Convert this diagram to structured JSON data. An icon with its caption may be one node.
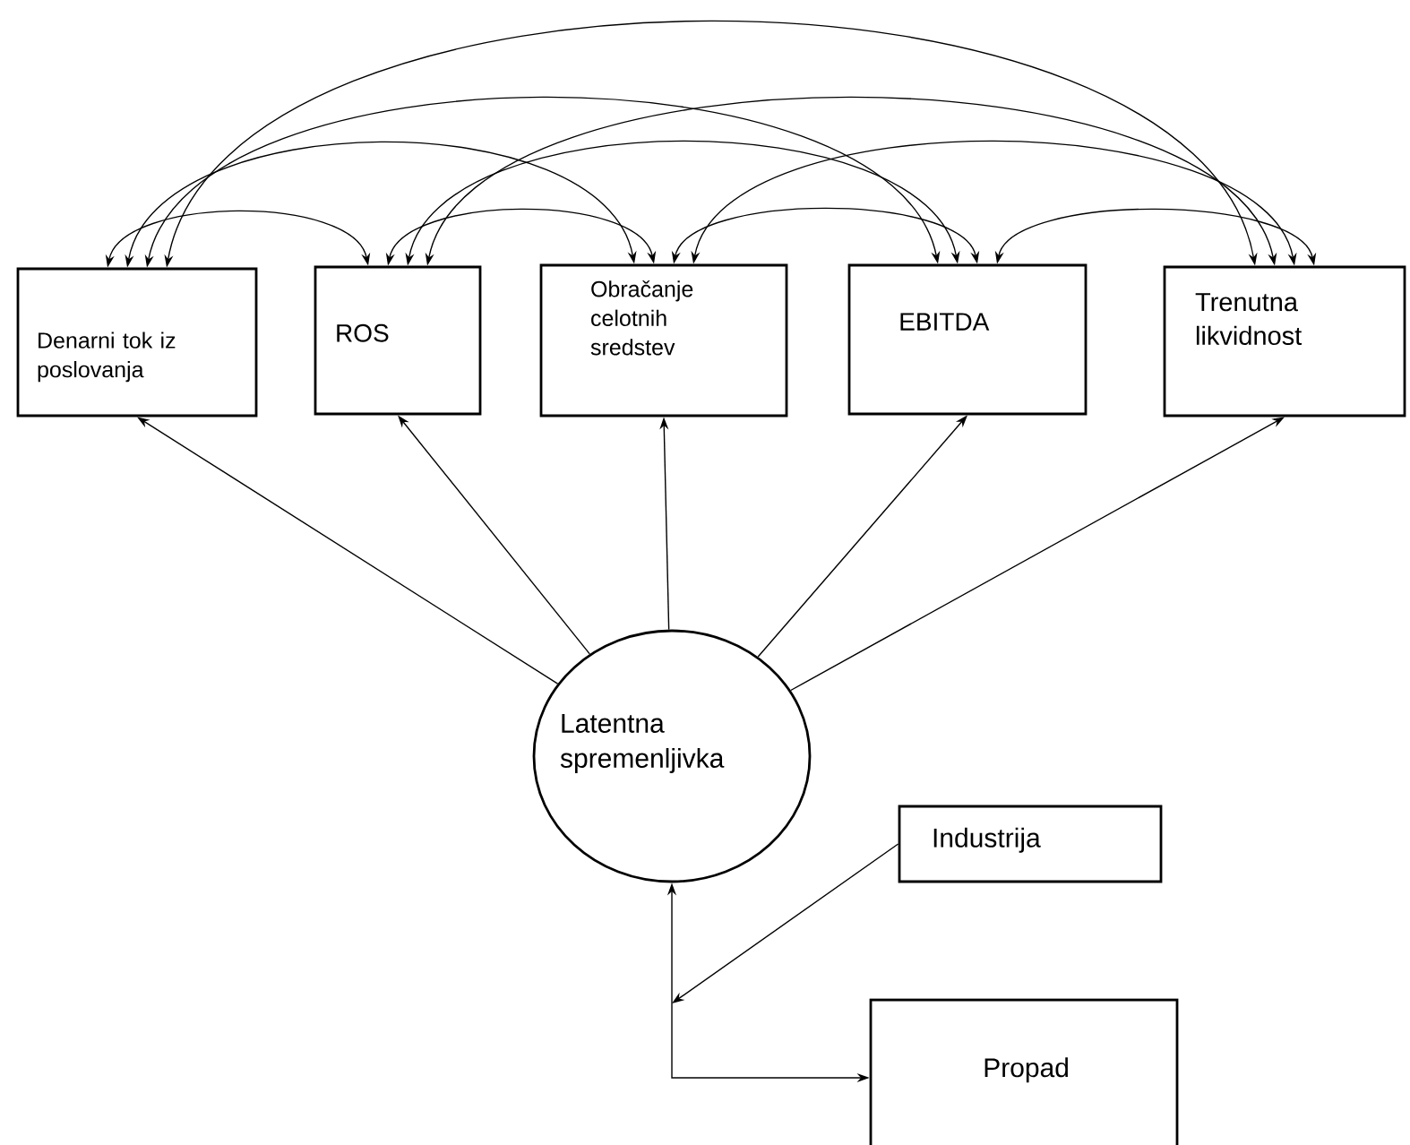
{
  "diagram": {
    "nodes": [
      {
        "text": [
          "Denarni tok iz poslovanja"
        ]
      },
      {
        "text": [
          "ROS"
        ]
      },
      {
        "text": [
          "Obračanje celotnih sredstev"
        ]
      },
      {
        "text": [
          "EBITDA"
        ]
      },
      {
        "text": [
          "Trenutna likvidnost"
        ]
      },
      {
        "text": [
          "Latentna spremenljivka"
        ]
      },
      {
        "text": [
          "Industrija"
        ]
      },
      {
        "text": [
          "Propad"
        ]
      }
    ],
    "edges": [
      {
        "from": 0,
        "to": 1,
        "arrow": "both"
      },
      {
        "from": 0,
        "to": 2,
        "arrow": "both"
      },
      {
        "from": 0,
        "to": 3,
        "arrow": "both"
      },
      {
        "from": 0,
        "to": 4,
        "arrow": "both"
      },
      {
        "from": 1,
        "to": 2,
        "arrow": "both"
      },
      {
        "from": 1,
        "to": 3,
        "arrow": "both"
      },
      {
        "from": 1,
        "to": 4,
        "arrow": "both"
      },
      {
        "from": 2,
        "to": 3,
        "arrow": "both"
      },
      {
        "from": 2,
        "to": 4,
        "arrow": "both"
      },
      {
        "from": 3,
        "to": 4,
        "arrow": "both"
      },
      {
        "from": 5,
        "to": 0,
        "arrow": "to"
      },
      {
        "from": 5,
        "to": 1,
        "arrow": "to"
      },
      {
        "from": 5,
        "to": 2,
        "arrow": "to"
      },
      {
        "from": 5,
        "to": 3,
        "arrow": "to"
      },
      {
        "from": 5,
        "to": 4,
        "arrow": "to"
      },
      {
        "from": 5,
        "to": 7,
        "arrow": "both"
      },
      {
        "from": 6,
        "to": null,
        "arrow": "to"
      }
    ]
  }
}
